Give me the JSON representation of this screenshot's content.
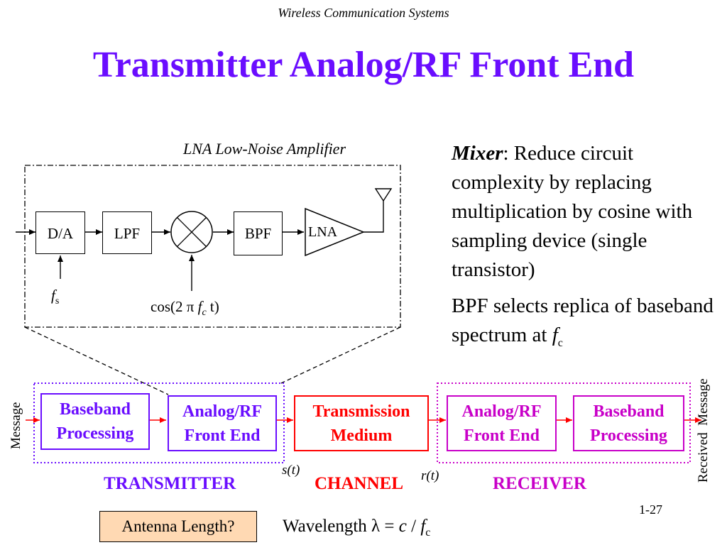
{
  "header": {
    "course": "Wireless Communication Systems"
  },
  "slide": {
    "title": "Transmitter Analog/RF Front End",
    "page_number": "1-27"
  },
  "detail_diagram": {
    "caption": "LNA Low-Noise Amplifier",
    "blocks": {
      "da": "D/A",
      "lpf": "LPF",
      "bpf": "BPF",
      "lna": "LNA"
    },
    "sample_label": {
      "symbol": "f",
      "sub": "s"
    },
    "carrier_label": {
      "prefix": "cos(2 π ",
      "f": "f",
      "sub": "c",
      "suffix": " t)"
    }
  },
  "notes": {
    "mixer_term": "Mixer",
    "mixer_text": ": Reduce circuit complexity by replacing multiplication by cosine with sampling device (single transistor)",
    "bpf_text": "BPF selects replica of baseband spectrum at ",
    "bpf_f": "f",
    "bpf_sub": "c"
  },
  "system": {
    "tx_baseband": "Baseband Processing",
    "tx_frontend": "Analog/RF Front End",
    "medium": "Transmission Medium",
    "rx_frontend": "Analog/RF Front End",
    "rx_baseband": "Baseband Processing",
    "transmitter_label": "TRANSMITTER",
    "channel_label": "CHANNEL",
    "receiver_label": "RECEIVER",
    "input_label": "Message",
    "output_label": "Received  Message",
    "s_label": "s(t)",
    "r_label": "r(t)"
  },
  "footer": {
    "antenna_length": "Antenna Length?",
    "wavelength_prefix": "Wavelength ",
    "lambda": "λ",
    "eq": " = ",
    "c": "c",
    "slash": " / ",
    "f": "f",
    "sub": "c"
  },
  "colors": {
    "title": "#6a0dff",
    "transmitter": "#6a0dff",
    "channel": "#ff0000",
    "receiver": "#c800c8",
    "antenna_box": "#ffd9b3"
  },
  "icons": [
    "mixer-icon",
    "amplifier-icon",
    "antenna-icon"
  ]
}
